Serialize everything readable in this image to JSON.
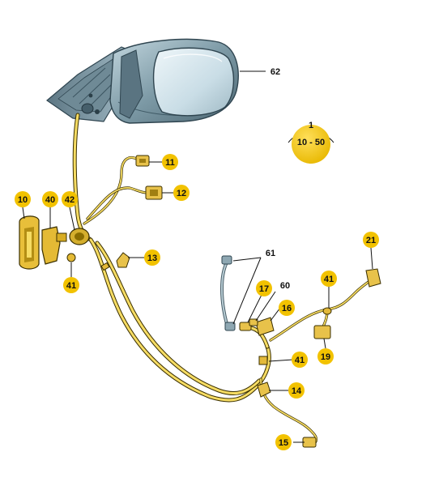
{
  "callouts": {
    "mirror": "62",
    "torque_part": "1",
    "torque_value": "10 - 50",
    "c11": "11",
    "c12": "12",
    "c10": "10",
    "c40": "40",
    "c42": "42",
    "c41_left": "41",
    "c13": "13",
    "c61": "61",
    "c60": "60",
    "c17": "17",
    "c16": "16",
    "c41_right_top": "41",
    "c21": "21",
    "c19": "19",
    "c41_right_mid": "41",
    "c14": "14",
    "c15": "15"
  },
  "colors": {
    "bubble": "#f2c200",
    "harness": "#f6dc63",
    "outline": "#3a2f00",
    "mirror_dark": "#4f6b78",
    "mirror_light": "#a9c4cf",
    "glass": "#d7e8ef"
  }
}
